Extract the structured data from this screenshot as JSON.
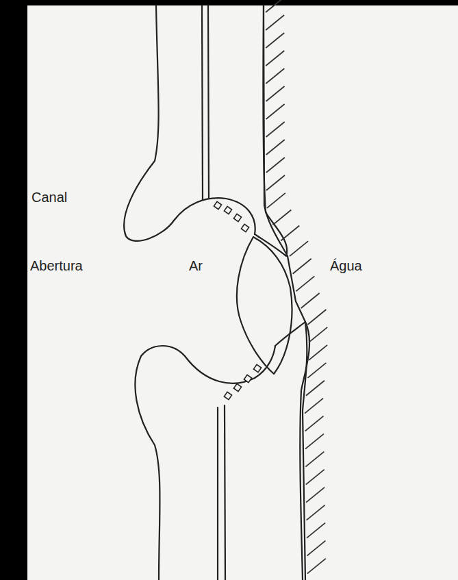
{
  "diagram": {
    "labels": [
      "Canal",
      "Abertura",
      "Ar",
      "Água"
    ]
  }
}
